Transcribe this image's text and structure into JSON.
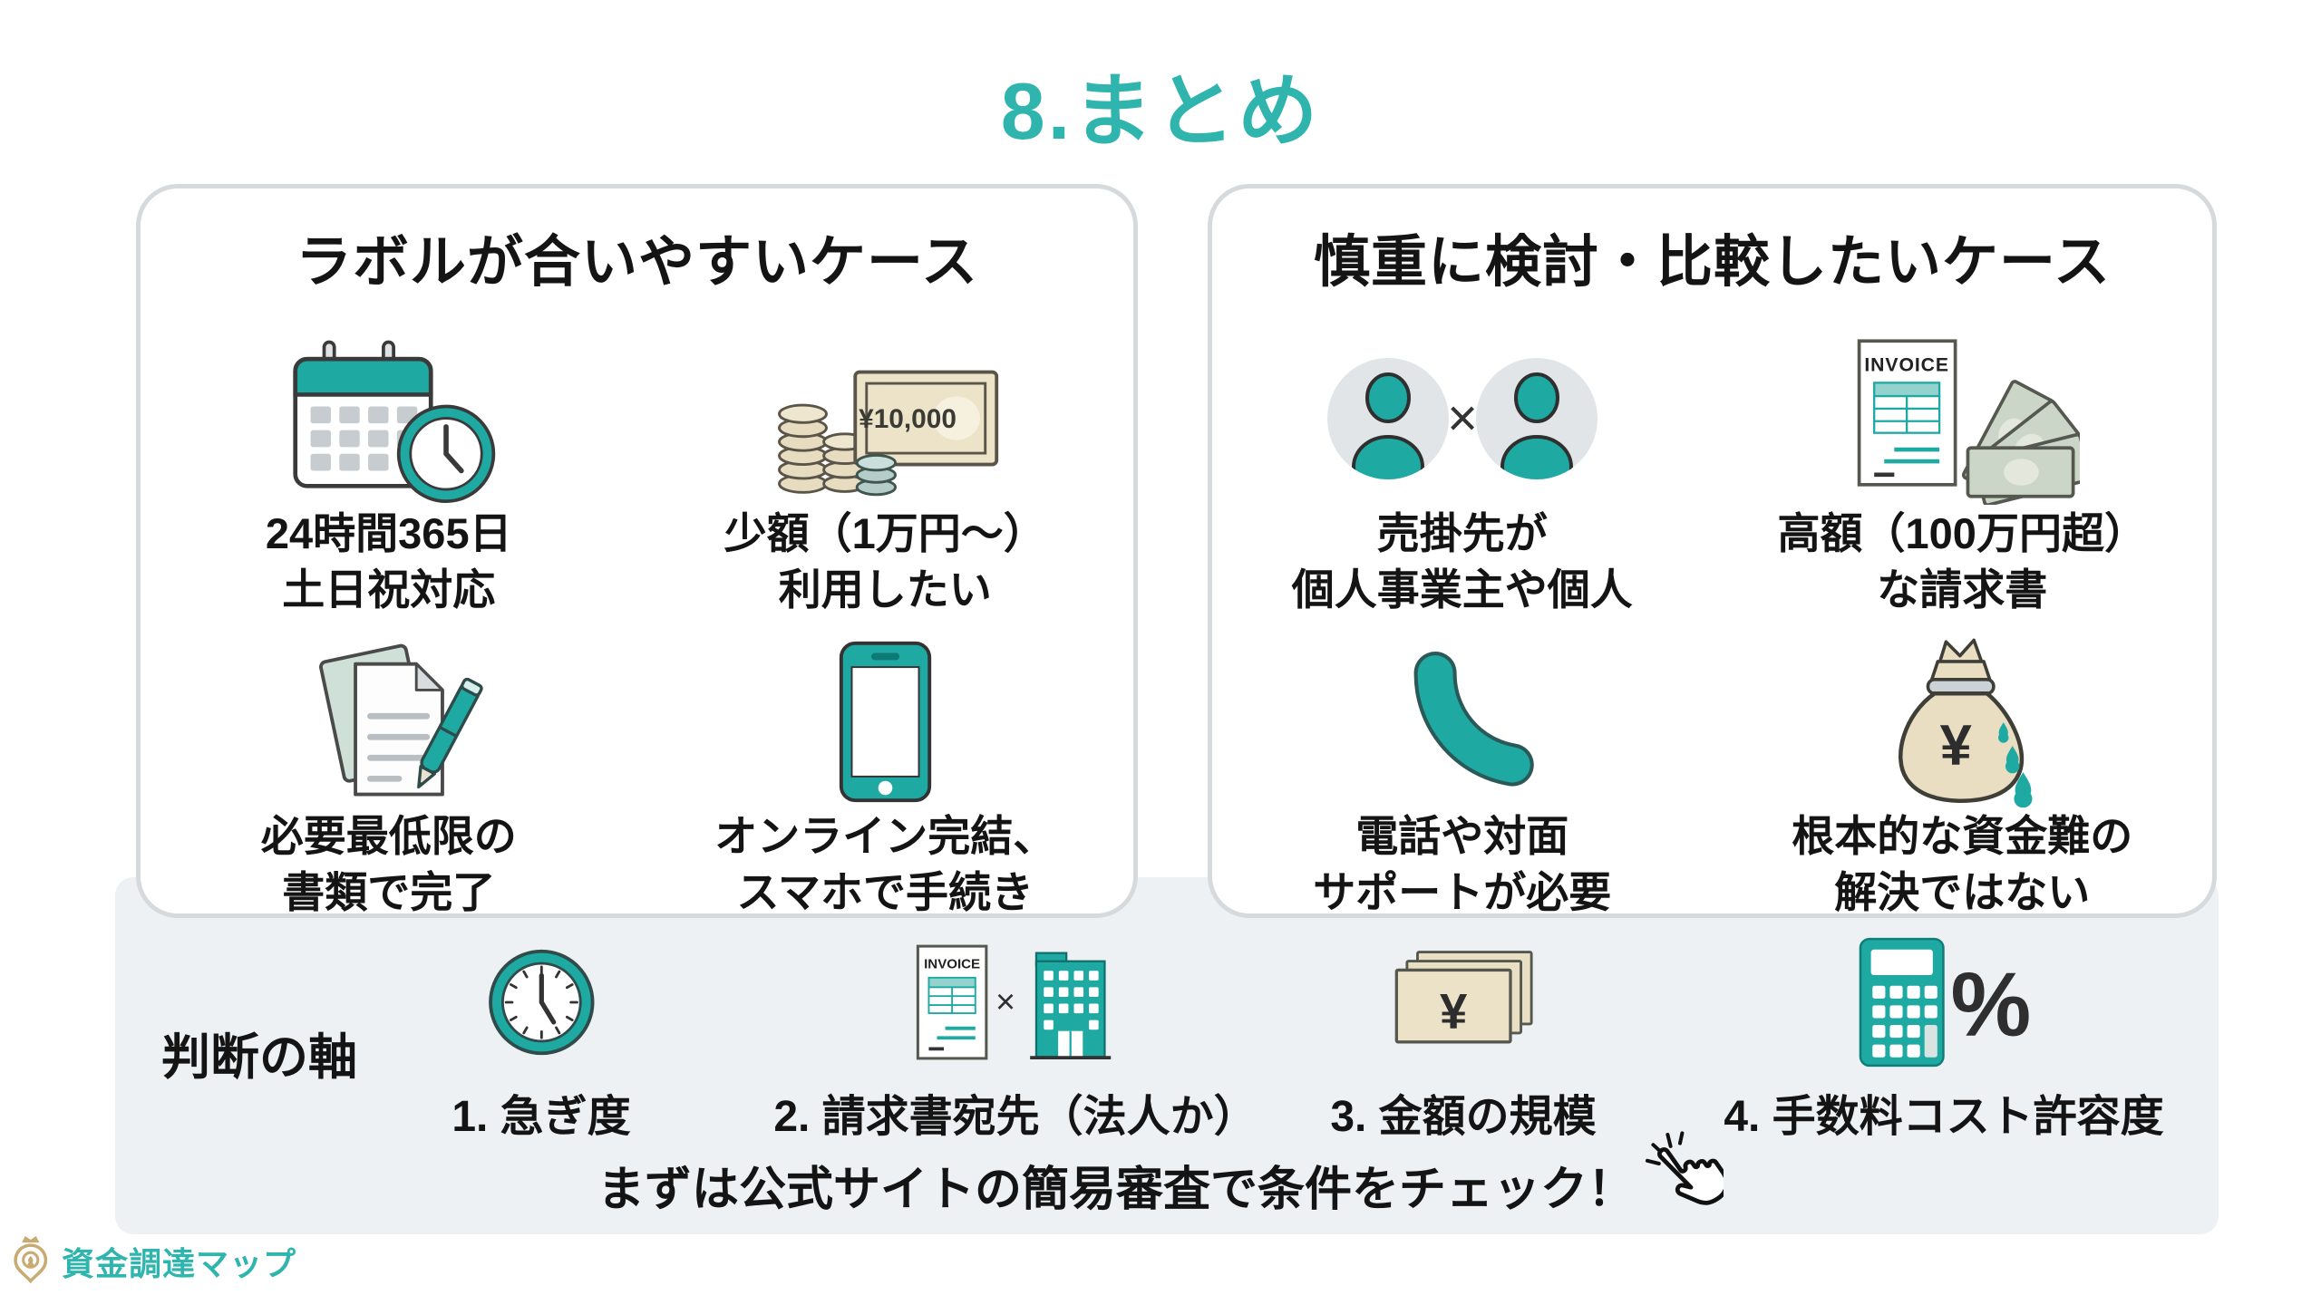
{
  "page": {
    "title": "8.まとめ"
  },
  "colors": {
    "accent_teal": "#2fb5ae",
    "icon_teal": "#1ea9a3",
    "band_bg": "#edf1f4",
    "card_border": "#d6dadd",
    "text": "#141414",
    "tan": "#e8ddc2",
    "note_green": "#ccd6c8",
    "gold": "#c9ab72"
  },
  "left_card": {
    "title": "ラボルが合いやすいケース",
    "items": [
      {
        "icon": "calendar-clock-icon",
        "line1": "24時間365日",
        "line2": "土日祝対応"
      },
      {
        "icon": "coins-banknote-icon",
        "line1": "少額（1万円〜）",
        "line2": "利用したい"
      },
      {
        "icon": "documents-pen-icon",
        "line1": "必要最低限の",
        "line2": "書類で完了"
      },
      {
        "icon": "smartphone-icon",
        "line1": "オンライン完結、",
        "line2": "スマホで手続き"
      }
    ]
  },
  "right_card": {
    "title": "慎重に検討・比較したいケース",
    "items": [
      {
        "icon": "two-people-x-icon",
        "line1": "売掛先が",
        "line2": "個人事業主や個人"
      },
      {
        "icon": "invoice-banknotes-icon",
        "line1": "高額（100万円超）",
        "line2": "な請求書"
      },
      {
        "icon": "phone-handset-icon",
        "line1": "電話や対面",
        "line2": "サポートが必要"
      },
      {
        "icon": "money-bag-icon",
        "line1": "根本的な資金難の",
        "line2": "解決ではない"
      }
    ]
  },
  "criteria": {
    "label": "判断の軸",
    "items": [
      {
        "icon": "clock-icon",
        "label": "1. 急ぎ度"
      },
      {
        "icon": "invoice-building-icon",
        "label": "2. 請求書宛先（法人か）"
      },
      {
        "icon": "yen-banknotes-icon",
        "label": "3. 金額の規模"
      },
      {
        "icon": "calculator-percent-icon",
        "label": "4. 手数料コスト許容度"
      }
    ]
  },
  "cta": {
    "text": "まずは公式サイトの簡易審査で条件をチェック！"
  },
  "footer": {
    "logo_text": "資金調達マップ"
  },
  "icon_labels": {
    "banknote_value": "¥10,000",
    "invoice_label": "INVOICE",
    "yen_symbol": "¥",
    "percent_symbol": "%",
    "multiply_symbol": "×"
  }
}
